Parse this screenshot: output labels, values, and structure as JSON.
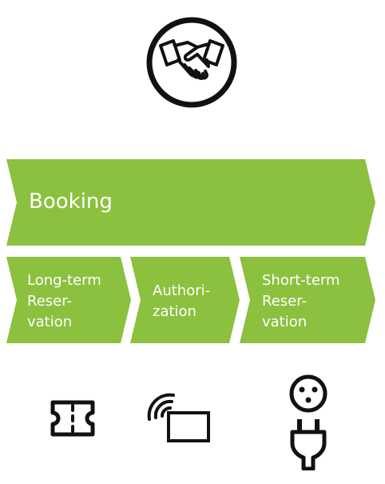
{
  "colors": {
    "chevron_fill": "#8cc03f",
    "label_text": "#ffffff",
    "icon_stroke": "#111111",
    "background": "#ffffff"
  },
  "icons": {
    "top": "handshake-icon",
    "column_1": "ticket-icon",
    "column_2": "contactless-card-icon",
    "column_3": "socket-and-plug-icon"
  },
  "booking": {
    "label": "Booking"
  },
  "steps": [
    {
      "label": "Long-term\nReser-\nvation"
    },
    {
      "label": "Authori-\nzation"
    },
    {
      "label": "Short-term\nReser-\nvation"
    }
  ]
}
